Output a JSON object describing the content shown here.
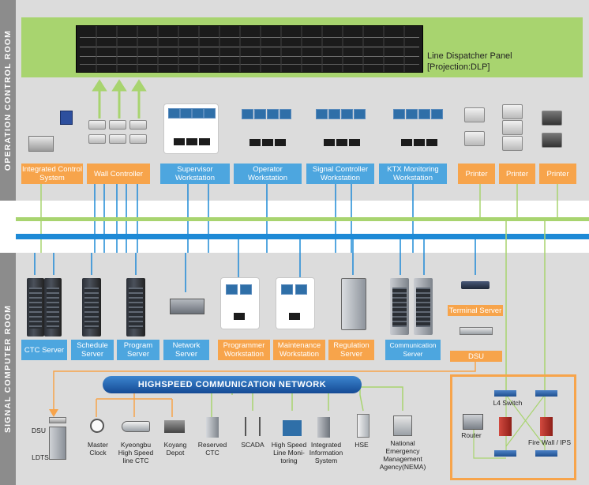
{
  "rooms": {
    "operation": "OPERATION CONTROL ROOM",
    "signal": "SIGNAL COMPUTER ROOM"
  },
  "panel": {
    "line1": "Line Dispatcher Panel",
    "line2": "[Projection:DLP]"
  },
  "ocr_tags": {
    "integrated": "Integrated Control System",
    "wall": "Wall Controller",
    "supervisor": "Supervisor Workstation",
    "operator": "Operator Workstation",
    "signal_ctrl": "Signal Controller Workstation",
    "ktx": "KTX Monitoring Workstation",
    "printer1": "Printer",
    "printer2": "Printer",
    "printer3": "Printer"
  },
  "scr_tags": {
    "ctc": "CTC Server",
    "schedule": "Schedule Server",
    "program": "Program Server",
    "network": "Network Server",
    "programmer": "Programmer Workstation",
    "maintenance": "Maintenance Workstation",
    "regulation": "Regulation Server",
    "communication": "Communication Server",
    "terminal": "Terminal Server",
    "dsu": "DSU"
  },
  "network_title": "HIGHSPEED COMMUNICATION NETWORK",
  "bottom": {
    "dsu": "DSU",
    "ldts": "LDTS",
    "master_clock": "Master Clock",
    "kyeongbu": "Kyeongbu High Speed line CTC",
    "koyang": "Koyang Depot",
    "reserved": "Reserved CTC",
    "scada": "SCADA",
    "hsl": "High Speed Line Moni- toring",
    "iis": "Integrated Information System",
    "hse": "HSE",
    "nema": "National Emergency Management Agency(NEMA)",
    "router": "Router",
    "l4": "L4 Switch",
    "firewall": "Fire Wall / IPS"
  },
  "colors": {
    "green": "#a8d46f",
    "blue": "#1e8ad6",
    "orange": "#f7a44b",
    "lightblue": "#4da6df",
    "navy": "#1f5fa8"
  }
}
